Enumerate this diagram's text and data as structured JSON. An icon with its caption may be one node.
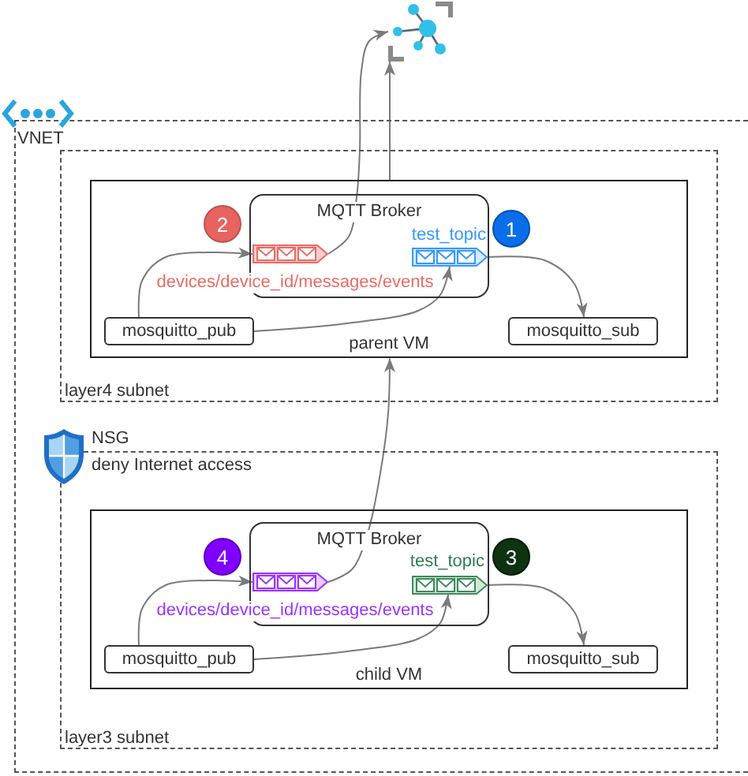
{
  "diagram": {
    "nodes": [
      {
        "text": [],
        "shape": "picture"
      },
      {
        "text": [
          "VNET"
        ]
      },
      {
        "text": [
          "layer4 subnet"
        ],
        "in": 1
      },
      {
        "text": [
          "parent VM"
        ],
        "in": 2
      },
      {
        "text": [
          "MQTT Broker"
        ],
        "in": 3
      },
      {
        "text": [
          "2"
        ],
        "in": 3
      },
      {
        "text": [],
        "shape": "picture",
        "in": 4,
        "beside": [
          "devices/device_id/messages/events"
        ]
      },
      {
        "text": [],
        "shape": "picture",
        "in": 4,
        "beside": [
          "test_topic"
        ]
      },
      {
        "text": [
          "1"
        ],
        "in": 3
      },
      {
        "text": [
          "mosquitto_pub"
        ],
        "in": 3
      },
      {
        "text": [
          "mosquitto_sub"
        ],
        "in": 3
      },
      {
        "text": [
          "layer3 subnet"
        ],
        "in": 1
      },
      {
        "text": [
          "child VM"
        ],
        "in": 11
      },
      {
        "text": [
          "MQTT Broker"
        ],
        "in": 12
      },
      {
        "text": [
          "4"
        ],
        "in": 12
      },
      {
        "text": [],
        "shape": "picture",
        "in": 13,
        "beside": [
          "devices/device_id/messages/events"
        ]
      },
      {
        "text": [],
        "shape": "picture",
        "in": 13,
        "beside": [
          "test_topic"
        ]
      },
      {
        "text": [
          "3"
        ],
        "in": 12
      },
      {
        "text": [
          "mosquitto_pub"
        ],
        "in": 12
      },
      {
        "text": [
          "mosquitto_sub"
        ],
        "in": 12
      }
    ],
    "edges": [
      {
        "from": 9,
        "to": 6,
        "arrow": "to"
      },
      {
        "from": 9,
        "to": 7,
        "arrow": "to"
      },
      {
        "from": 7,
        "to": 10,
        "arrow": "to"
      },
      {
        "from": 6,
        "to": 0,
        "arrow": "to"
      },
      {
        "from": 3,
        "to": 0,
        "arrow": "to"
      },
      {
        "from": 18,
        "to": 15,
        "arrow": "to"
      },
      {
        "from": 18,
        "to": 16,
        "arrow": "to"
      },
      {
        "from": 16,
        "to": 19,
        "arrow": "to"
      },
      {
        "from": 15,
        "to": 3,
        "arrow": "to"
      }
    ],
    "labels": [
      "NSG",
      "deny Internet access"
    ]
  }
}
